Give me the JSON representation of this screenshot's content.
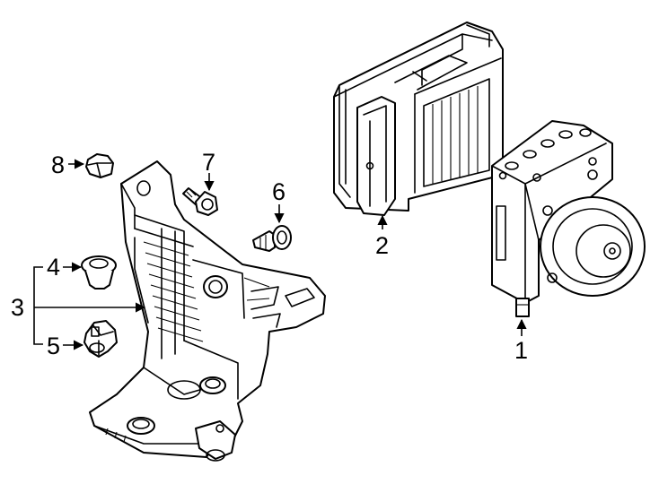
{
  "callouts": {
    "c1": "1",
    "c2": "2",
    "c3": "3",
    "c4": "4",
    "c5": "5",
    "c6": "6",
    "c7": "7",
    "c8": "8"
  },
  "parts": [
    {
      "callout": "1",
      "icon": "abs-hydraulic-unit-icon"
    },
    {
      "callout": "2",
      "icon": "abs-control-module-icon"
    },
    {
      "callout": "3",
      "icon": "mounting-bracket-icon"
    },
    {
      "callout": "4",
      "icon": "grommet-icon"
    },
    {
      "callout": "5",
      "icon": "clip-icon"
    },
    {
      "callout": "6",
      "icon": "stud-pin-icon"
    },
    {
      "callout": "7",
      "icon": "bolt-icon"
    },
    {
      "callout": "8",
      "icon": "nut-icon"
    }
  ],
  "colors": {
    "line": "#000000",
    "background": "#ffffff"
  }
}
